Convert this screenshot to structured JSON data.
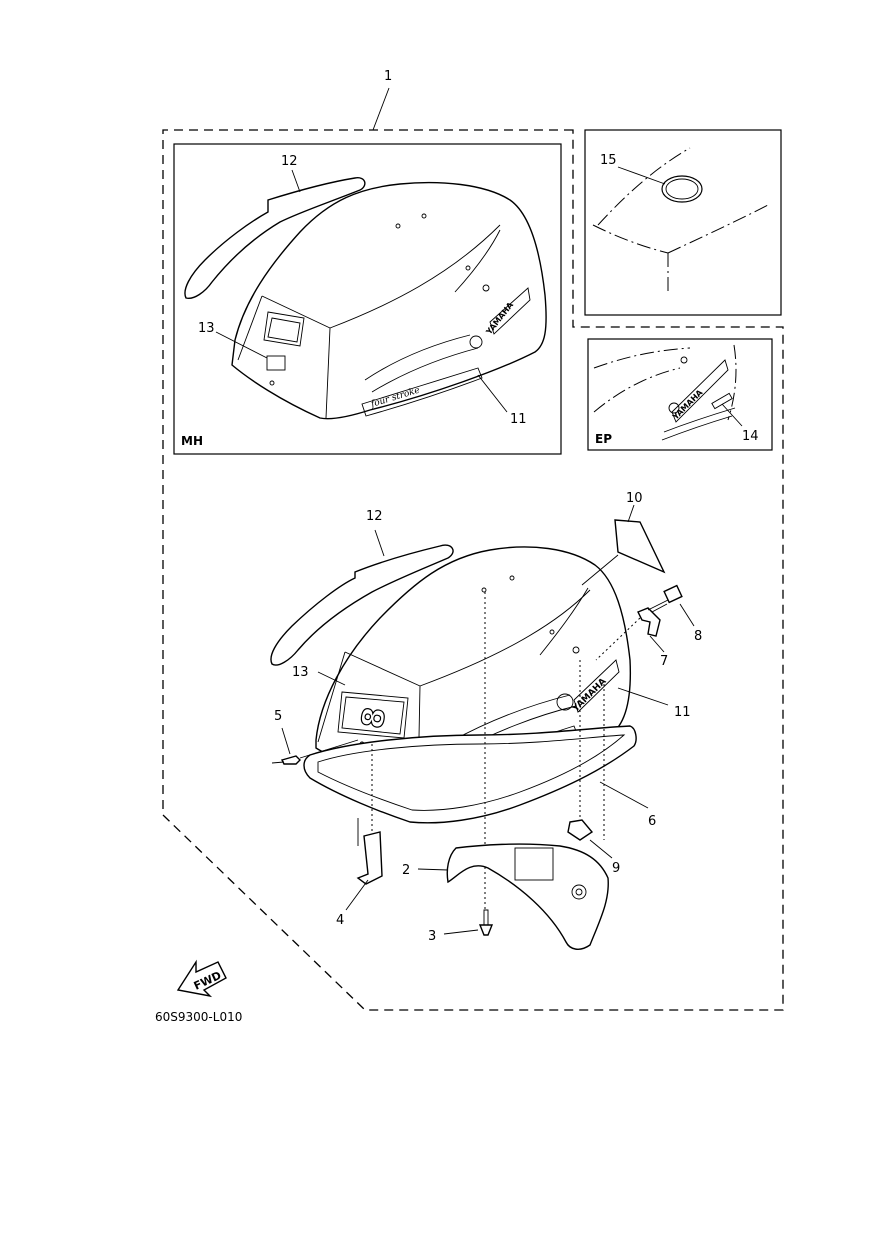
{
  "diagram": {
    "figure_id": "60S9300-L010",
    "variant_labels": {
      "mh": "MH",
      "ep": "EP"
    },
    "fwd_label": "FWD",
    "cover_logo": "YAMAHA",
    "cover_script": "four stroke",
    "emblem_number": "8",
    "callouts": {
      "c1": "1",
      "c2": "2",
      "c3": "3",
      "c4": "4",
      "c5": "5",
      "c6": "6",
      "c7": "7",
      "c8": "8",
      "c9": "9",
      "c10": "10",
      "c11": "11",
      "c12": "12",
      "c13": "13",
      "c14": "14",
      "c15": "15",
      "mh11": "11",
      "mh12": "12",
      "mh13": "13"
    }
  }
}
